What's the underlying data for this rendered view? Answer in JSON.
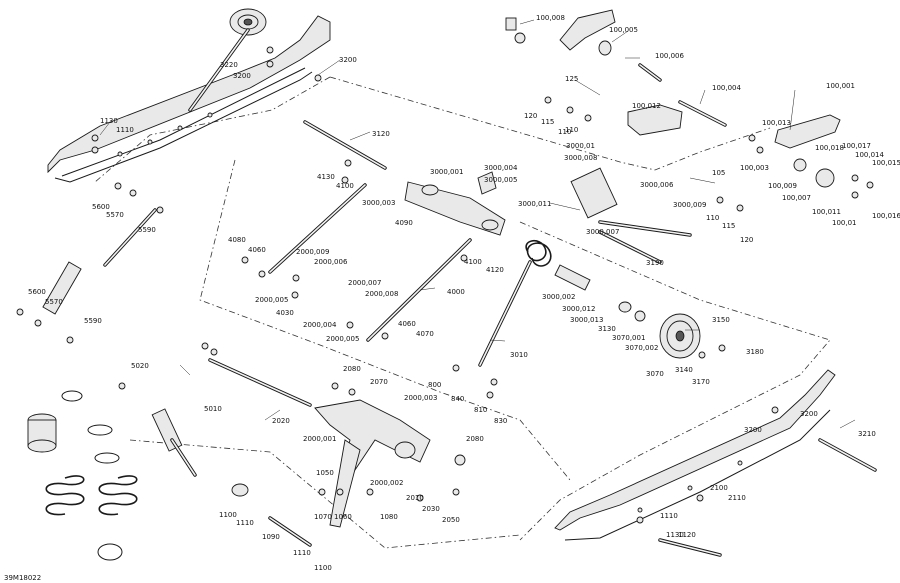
{
  "figure": {
    "code": "39M18022"
  },
  "callouts": [
    "100,001",
    "100,003",
    "100,004",
    "100,005",
    "100,006",
    "100,007",
    "100,008",
    "100,009",
    "100,01",
    "100,011",
    "100,012",
    "100,013",
    "100,014",
    "100,015",
    "100,016",
    "100,017",
    "100,018",
    "105",
    "110",
    "110",
    "110",
    "115",
    "115",
    "120",
    "120",
    "125",
    "3000,001",
    "3000,002",
    "3000,003",
    "3000,004",
    "3000,005",
    "3000,006",
    "3000,007",
    "3000,008",
    "3000,009",
    "3000,01",
    "3000,011",
    "3000,012",
    "3000,013",
    "3010",
    "3070",
    "3070,001",
    "3070,002",
    "3120",
    "3130",
    "3140",
    "3150",
    "3170",
    "3180",
    "3190",
    "3200",
    "3200",
    "3200",
    "3200",
    "3210",
    "3220",
    "4000",
    "4030",
    "4060",
    "4060",
    "4070",
    "4080",
    "4090",
    "4100",
    "4100",
    "4120",
    "4130",
    "2000,001",
    "2000,002",
    "2000,003",
    "2000,004",
    "2000,005",
    "2000,005",
    "2000,006",
    "2000,007",
    "2000,008",
    "2000,009",
    "2010",
    "2020",
    "2030",
    "2050",
    "2070",
    "2080",
    "2080",
    "5010",
    "5020",
    "5570",
    "5570",
    "5590",
    "5590",
    "5600",
    "5600",
    "800",
    "810",
    "830",
    "840",
    "1050",
    "1060",
    "1070",
    "1080",
    "1090",
    "1100",
    "1100",
    "1110",
    "1110",
    "1110",
    "1110",
    "1120",
    "1130",
    "1130",
    "2100",
    "2110"
  ]
}
